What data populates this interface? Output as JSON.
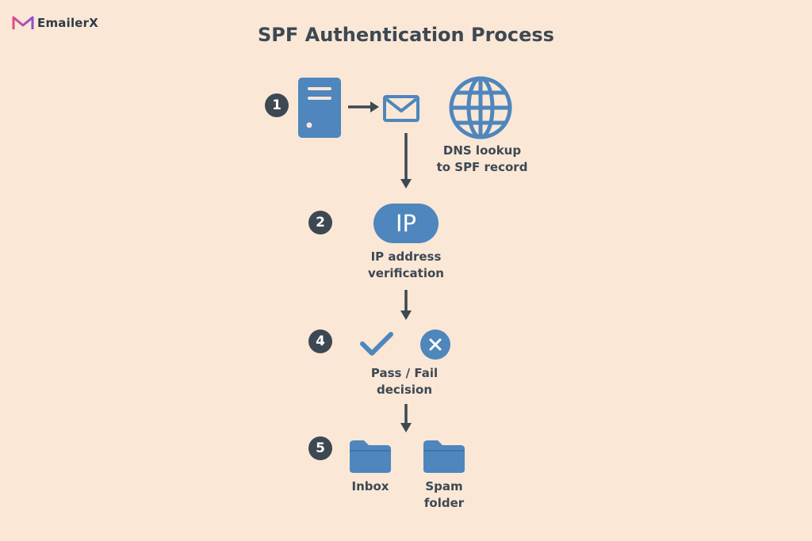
{
  "brand": {
    "name": "EmailerX"
  },
  "title": "SPF Authentication Process",
  "steps": {
    "s1": {
      "number": "1",
      "label": "DNS lookup\nto SPF record"
    },
    "s2": {
      "number": "2",
      "label": "IP address\nverification",
      "badge": "IP"
    },
    "s4": {
      "number": "4",
      "label": "Pass / Fail\ndecision"
    },
    "s5": {
      "number": "5",
      "inbox_label": "Inbox",
      "spam_label": "Spam\nfolder"
    }
  },
  "colors": {
    "background": "#fae7d6",
    "icon_blue": "#4e86bd",
    "dark": "#3d4852"
  },
  "icons": [
    "server-icon",
    "envelope-icon",
    "globe-icon",
    "check-icon",
    "x-circle-icon",
    "folder-icon"
  ]
}
